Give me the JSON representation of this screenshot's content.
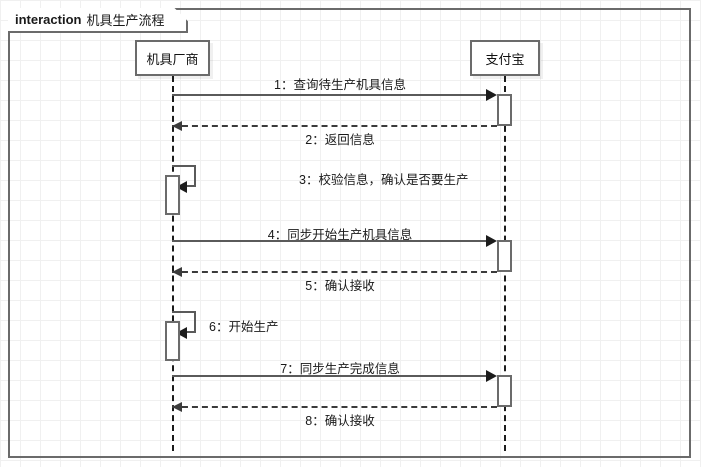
{
  "frame": {
    "keyword": "interaction",
    "name": "机具生产流程"
  },
  "lifelines": [
    {
      "id": "manufacturer",
      "label": "机具厂商"
    },
    {
      "id": "alipay",
      "label": "支付宝"
    }
  ],
  "messages": [
    {
      "seq": "1",
      "label": "1：查询待生产机具信息",
      "kind": "sync",
      "from": "manufacturer",
      "to": "alipay"
    },
    {
      "seq": "2",
      "label": "2：返回信息",
      "kind": "reply",
      "from": "alipay",
      "to": "manufacturer"
    },
    {
      "seq": "3",
      "label": "3：校验信息，确认是否要生产",
      "kind": "self",
      "from": "manufacturer",
      "to": "manufacturer"
    },
    {
      "seq": "4",
      "label": "4：同步开始生产机具信息",
      "kind": "sync",
      "from": "manufacturer",
      "to": "alipay"
    },
    {
      "seq": "5",
      "label": "5：确认接收",
      "kind": "reply",
      "from": "alipay",
      "to": "manufacturer"
    },
    {
      "seq": "6",
      "label": "6：开始生产",
      "kind": "self",
      "from": "manufacturer",
      "to": "manufacturer"
    },
    {
      "seq": "7",
      "label": "7：同步生产完成信息",
      "kind": "sync",
      "from": "manufacturer",
      "to": "alipay"
    },
    {
      "seq": "8",
      "label": "8：确认接收",
      "kind": "reply",
      "from": "alipay",
      "to": "manufacturer"
    }
  ],
  "colors": {
    "frame_border": "#6b6b6b",
    "lifeline": "#1c1c1c",
    "message": "#5a5a5a",
    "grid": "#f0f0f0",
    "text": "#1a1a1a",
    "activation_fill": "#ffffff"
  }
}
